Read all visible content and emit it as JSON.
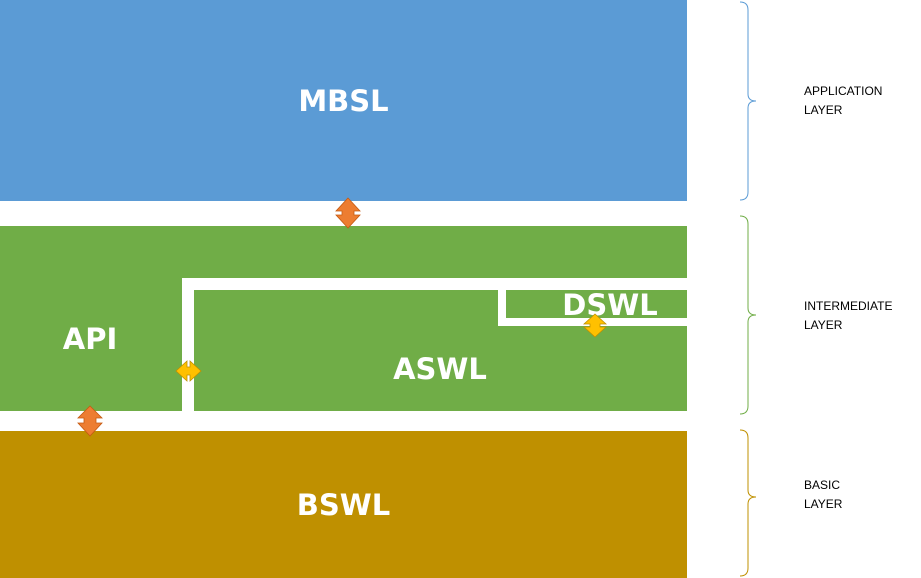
{
  "blocks": {
    "top": "MBSL",
    "left": "API",
    "center": "ASWL",
    "corner": "DSWL",
    "bottom": "BSWL"
  },
  "layers": [
    {
      "line1": "APPLICATION",
      "line2": "LAYER"
    },
    {
      "line1": "INTERMEDIATE",
      "line2": "LAYER"
    },
    {
      "line1": "BASIC",
      "line2": "LAYER"
    }
  ],
  "colors": {
    "mbsl": "#5b9bd5",
    "intermediate": "#70ad47",
    "bswl": "#bf9000",
    "arrow_vertical": "#ed7d31",
    "arrow_internal": "#ffc000",
    "brace_application": "#5b9bd5",
    "brace_intermediate": "#70ad47",
    "brace_basic": "#bf9000"
  }
}
